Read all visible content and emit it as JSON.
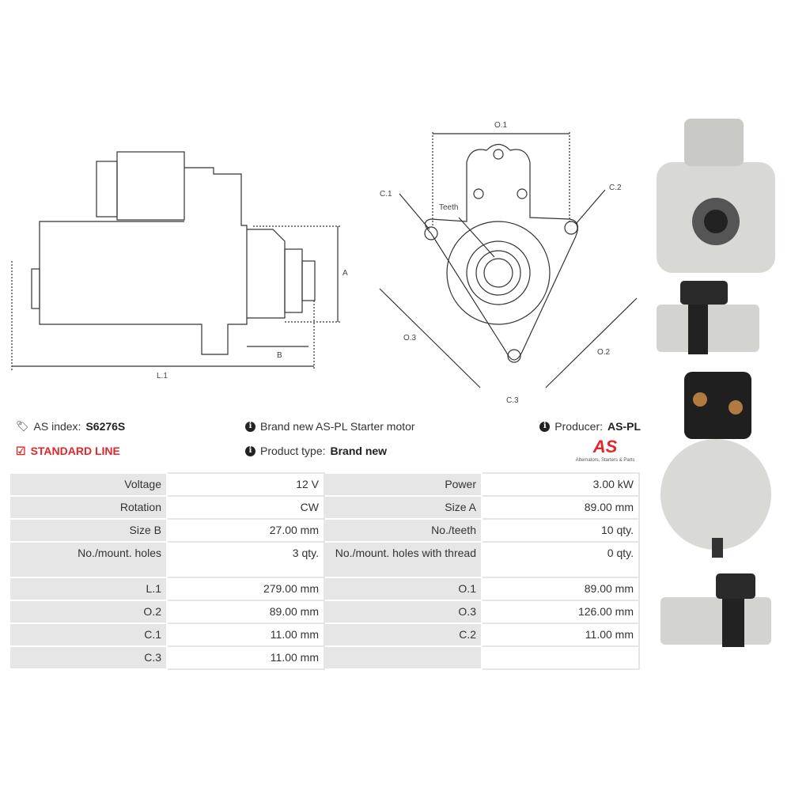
{
  "diagram": {
    "side_labels": {
      "A": "A",
      "B": "B",
      "L1": "L.1"
    },
    "front_labels": {
      "O1": "O.1",
      "O2": "O.2",
      "O3": "O.3",
      "C1": "C.1",
      "C2": "C.2",
      "C3": "C.3",
      "teeth": "Teeth"
    }
  },
  "info": {
    "as_index_label": "AS index:",
    "as_index": "S6276S",
    "line": "STANDARD LINE",
    "description": "Brand new AS-PL Starter motor",
    "product_type_label": "Product type:",
    "product_type": "Brand new",
    "producer_label": "Producer:",
    "producer": "AS-PL",
    "logo_text": "AS",
    "logo_tagline": "Alternators, Starters & Parts"
  },
  "colors": {
    "accent": "#e3262b",
    "label_bg": "#e6e6e6"
  },
  "specs": [
    [
      "Voltage",
      "12 V",
      "Power",
      "3.00 kW"
    ],
    [
      "Rotation",
      "CW",
      "Size A",
      "89.00 mm"
    ],
    [
      "Size B",
      "27.00 mm",
      "No./teeth",
      "10 qty."
    ],
    [
      "No./mount. holes",
      "3 qty.",
      "No./mount. holes with thread",
      "0 qty."
    ],
    [
      "L.1",
      "279.00 mm",
      "O.1",
      "89.00 mm"
    ],
    [
      "O.2",
      "89.00 mm",
      "O.3",
      "126.00 mm"
    ],
    [
      "C.1",
      "11.00 mm",
      "C.2",
      "11.00 mm"
    ],
    [
      "C.3",
      "11.00 mm",
      "",
      ""
    ]
  ]
}
